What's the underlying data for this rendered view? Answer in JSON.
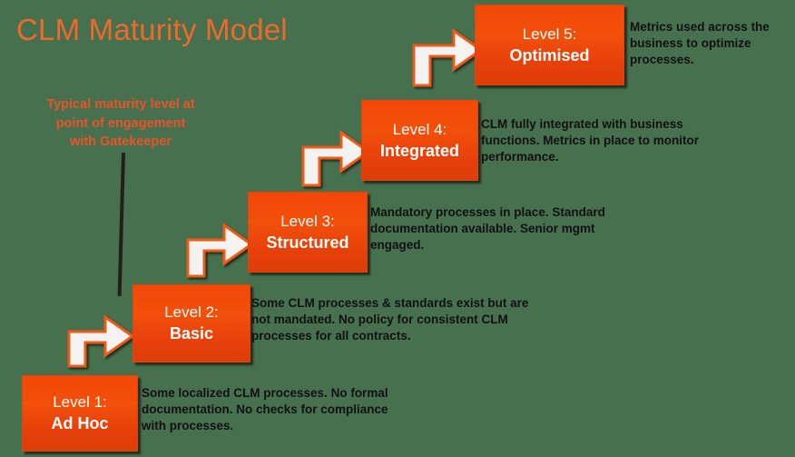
{
  "diagram": {
    "title": "CLM Maturity Model",
    "background_color": "#47704e",
    "title_color": "#ED6A2C",
    "annotation_color": "#E8542A",
    "box_color": "#F2500B",
    "arrow_fill": "#F5F3F1",
    "arrow_outline": "#F05A18",
    "annotation": "Typical maturity level at point of engagement with Gatekeeper",
    "annotation_lines": [
      "Typical maturity level at",
      "point of engagement",
      "with Gatekeeper"
    ],
    "levels": [
      {
        "level_label": "Level 1:",
        "name": "Ad Hoc",
        "description": "Some localized CLM processes.  No formal documentation.  No checks for compliance with processes."
      },
      {
        "level_label": "Level 2:",
        "name": "Basic",
        "description": "Some CLM processes & standards exist but are not mandated. No policy for consistent CLM processes for all contracts."
      },
      {
        "level_label": "Level 3:",
        "name": "Structured",
        "description": "Mandatory processes in place. Standard documentation available. Senior mgmt engaged."
      },
      {
        "level_label": "Level 4:",
        "name": "Integrated",
        "description": "CLM fully integrated with business functions. Metrics in place to monitor performance."
      },
      {
        "level_label": "Level 5:",
        "name": "Optimised",
        "description": "Metrics used across the business to optimize processes."
      }
    ],
    "arrows": [
      {
        "name": "arrow-level1-to-level2"
      },
      {
        "name": "arrow-level2-to-level3"
      },
      {
        "name": "arrow-level3-to-level4"
      },
      {
        "name": "arrow-level4-to-level5"
      }
    ]
  }
}
